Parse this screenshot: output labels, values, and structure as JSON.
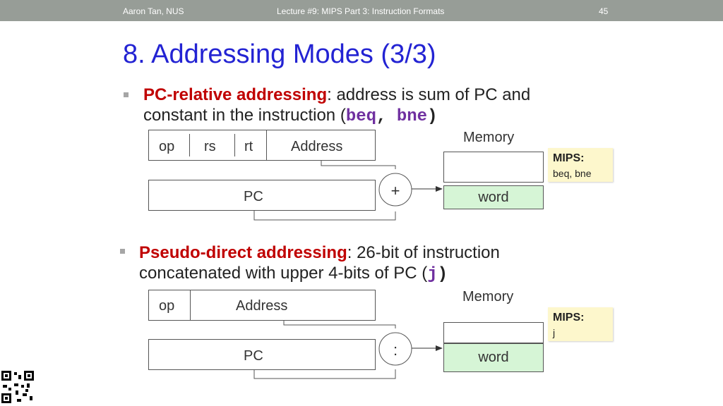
{
  "header": {
    "author": "Aaron Tan, NUS",
    "lecture": "Lecture #9: MIPS Part 3: Instruction Formats",
    "page_number": "45"
  },
  "title": "8. Addressing Modes (3/3)",
  "pc_relative": {
    "term": "PC-relative addressing",
    "desc1": ": address is sum of PC and",
    "desc2": "constant in the instruction (",
    "code1": "beq",
    "comma": ", ",
    "code2": "bne",
    "close": ")",
    "fields": [
      "op",
      "rs",
      "rt",
      "Address"
    ],
    "pc_label": "PC",
    "operator": "+",
    "memory_label": "Memory",
    "word_label": "word",
    "note_title": "MIPS:",
    "note_body": "beq, bne"
  },
  "pseudo_direct": {
    "term": "Pseudo-direct addressing",
    "desc1": ": 26-bit of instruction",
    "desc2": "concatenated with upper 4-bits of PC (",
    "code1": "j",
    "close": ")",
    "fields": [
      "op",
      "Address"
    ],
    "pc_label": "PC",
    "operator": ":",
    "memory_label": "Memory",
    "word_label": "word",
    "note_title": "MIPS:",
    "note_body": "j"
  },
  "colors": {
    "header_bg": "#979d97",
    "title": "#2323d3",
    "term": "#c00000",
    "code": "#7030a0",
    "word_fill": "#d6f5d6",
    "note_fill": "#fdf7cc"
  }
}
